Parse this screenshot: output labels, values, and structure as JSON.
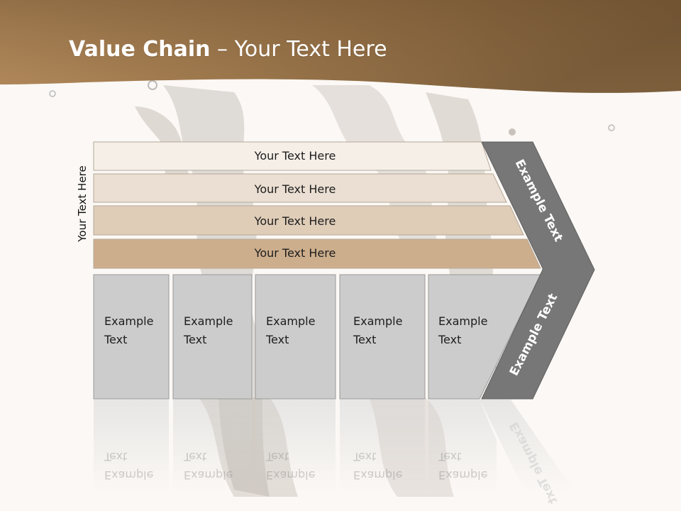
{
  "slide": {
    "title_bold": "Value Chain",
    "title_rest": " – Your Text Here",
    "vertical_label": "Your Text Here"
  },
  "bars": [
    {
      "label": "Your Text Here",
      "color": "#f5efe8"
    },
    {
      "label": "Your Text Here",
      "color": "#eadfd2"
    },
    {
      "label": "Your Text Here",
      "color": "#dfcdb8"
    },
    {
      "label": "Your Text Here",
      "color": "#cdae8c"
    }
  ],
  "boxes": [
    {
      "line1": "Example",
      "line2": "Text"
    },
    {
      "line1": "Example",
      "line2": "Text"
    },
    {
      "line1": "Example",
      "line2": "Text"
    },
    {
      "line1": "Example",
      "line2": "Text"
    },
    {
      "line1": "Example",
      "line2": "Text"
    }
  ],
  "chevron": {
    "upper_label": "Example Text",
    "lower_label": "Example Text",
    "color": "#777777"
  },
  "colors": {
    "header_left": "#c29766",
    "header_right": "#7d5f3c",
    "box_fill": "#cccccc",
    "box_stroke": "#9a9a9a"
  }
}
